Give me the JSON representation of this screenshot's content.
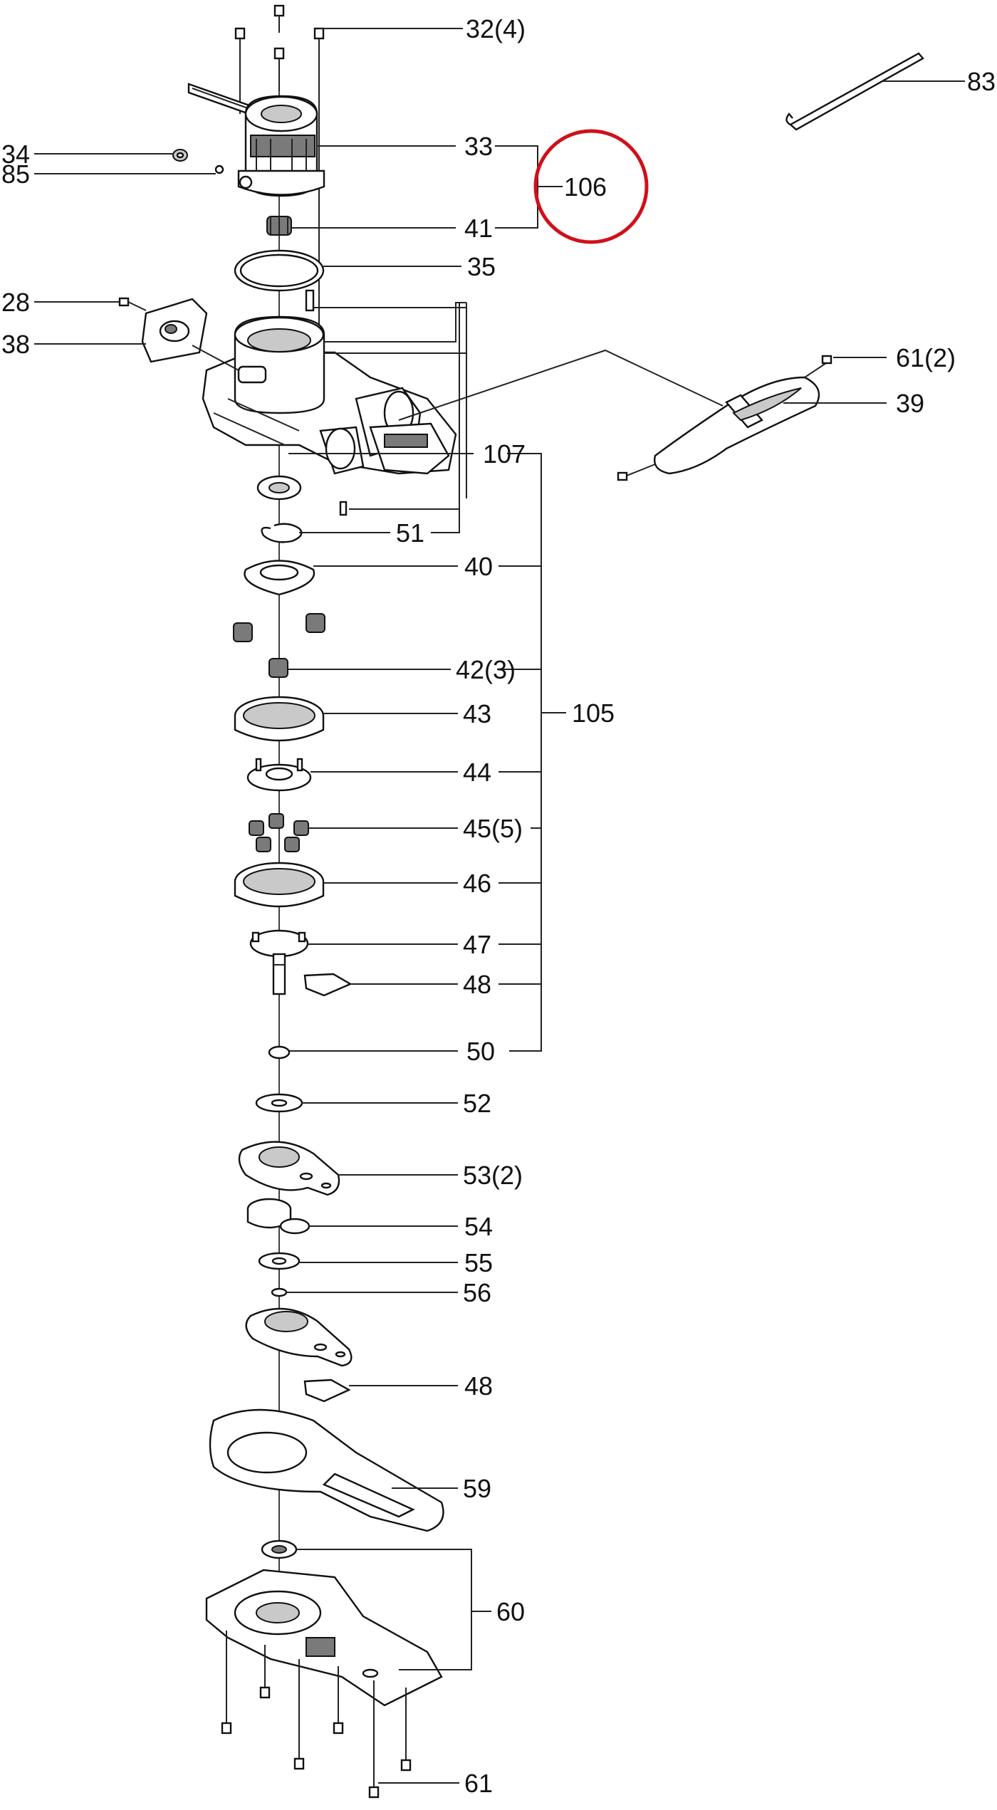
{
  "callouts": {
    "c32": "32(4)",
    "c83": "83",
    "c34": "34",
    "c85": "85",
    "c33": "33",
    "c106": "106",
    "c41": "41",
    "c35": "35",
    "c28": "28",
    "c38": "38",
    "c61b": "61(2)",
    "c39": "39",
    "c107": "107",
    "c51": "51",
    "c40": "40",
    "c42": "42(3)",
    "c43": "43",
    "c105": "105",
    "c44": "44",
    "c45": "45(5)",
    "c46": "46",
    "c47": "47",
    "c48a": "48",
    "c50": "50",
    "c52": "52",
    "c53": "53(2)",
    "c54": "54",
    "c55": "55",
    "c56": "56",
    "c48b": "48",
    "c59": "59",
    "c60": "60",
    "c61": "61"
  },
  "highlight": {
    "color": "#d0101a",
    "part": "106"
  },
  "colors": {
    "line": "#222222",
    "part_fill": "#ffffff",
    "shade": "#7a7a7a"
  }
}
